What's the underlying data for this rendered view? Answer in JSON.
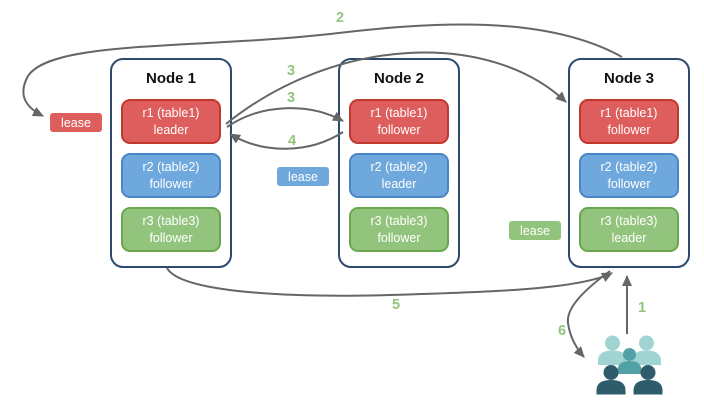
{
  "diagram": {
    "nodes": [
      {
        "title": "Node 1",
        "replicas": [
          {
            "label": "r1 (table1)",
            "role": "leader",
            "color": "red"
          },
          {
            "label": "r2 (table2)",
            "role": "follower",
            "color": "blue"
          },
          {
            "label": "r3 (table3)",
            "role": "follower",
            "color": "green"
          }
        ]
      },
      {
        "title": "Node 2",
        "replicas": [
          {
            "label": "r1 (table1)",
            "role": "follower",
            "color": "red"
          },
          {
            "label": "r2 (table2)",
            "role": "leader",
            "color": "blue"
          },
          {
            "label": "r3 (table3)",
            "role": "follower",
            "color": "green"
          }
        ]
      },
      {
        "title": "Node 3",
        "replicas": [
          {
            "label": "r1 (table1)",
            "role": "follower",
            "color": "red"
          },
          {
            "label": "r2 (table2)",
            "role": "follower",
            "color": "blue"
          },
          {
            "label": "r3 (table3)",
            "role": "leader",
            "color": "green"
          }
        ]
      }
    ],
    "leases": [
      {
        "label": "lease",
        "color": "red"
      },
      {
        "label": "lease",
        "color": "blue"
      },
      {
        "label": "lease",
        "color": "green"
      }
    ],
    "steps": [
      "2",
      "3",
      "3",
      "4",
      "5",
      "6",
      "1"
    ],
    "icons": {
      "users": "users-group-icon"
    },
    "colors": {
      "replica_red": "#dd5e5c",
      "replica_red_border": "#c0392f",
      "replica_blue": "#6fa8dc",
      "replica_blue_border": "#4a86c6",
      "replica_green": "#93c47d",
      "replica_green_border": "#6aa84f",
      "node_border": "#2c4a6e",
      "arrow": "#666666",
      "step_label": "#93c47d",
      "users_light": "#9fd4d2",
      "users_medium": "#52a1a6",
      "users_dark": "#2e5c6b"
    }
  }
}
